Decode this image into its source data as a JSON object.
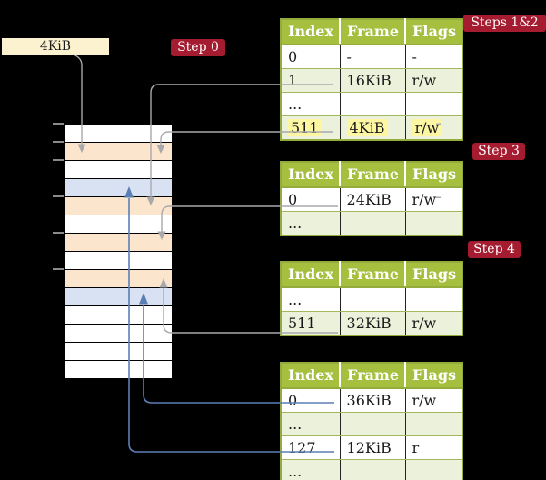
{
  "frame_size_label": "4KiB",
  "badges": [
    {
      "label": "Step 0"
    },
    {
      "label": "Steps 1&2"
    },
    {
      "label": "Step 3"
    },
    {
      "label": "Step 4"
    }
  ],
  "memory": {
    "frame_rows": [
      "white",
      "orange",
      "white",
      "blue",
      "orange",
      "white",
      "orange",
      "white",
      "orange",
      "blue",
      "white",
      "white",
      "white",
      "white"
    ],
    "tick_row_indices": [
      0,
      1,
      2,
      4,
      6,
      8
    ]
  },
  "tables": [
    {
      "name": "page-table-steps-1-2",
      "headers": [
        "Index",
        "Frame",
        "Flags"
      ],
      "rows": [
        {
          "shade": "white",
          "cells": [
            {
              "t": "0"
            },
            {
              "t": "-"
            },
            {
              "t": "-"
            }
          ]
        },
        {
          "shade": "green",
          "cells": [
            {
              "t": "1"
            },
            {
              "t": "16KiB"
            },
            {
              "t": "r/w"
            }
          ]
        },
        {
          "shade": "white",
          "cells": [
            {
              "t": "..."
            },
            {
              "t": ""
            },
            {
              "t": ""
            }
          ]
        },
        {
          "shade": "green",
          "cells": [
            {
              "t": "511",
              "hl": true
            },
            {
              "t": "4KiB",
              "hl": true
            },
            {
              "t": "r/w",
              "hl": true
            }
          ]
        }
      ]
    },
    {
      "name": "page-table-step-3",
      "headers": [
        "Index",
        "Frame",
        "Flags"
      ],
      "rows": [
        {
          "shade": "white",
          "cells": [
            {
              "t": "0"
            },
            {
              "t": "24KiB"
            },
            {
              "t": "r/w"
            }
          ]
        },
        {
          "shade": "green",
          "cells": [
            {
              "t": "..."
            },
            {
              "t": ""
            },
            {
              "t": ""
            }
          ]
        }
      ]
    },
    {
      "name": "page-table-step-4",
      "headers": [
        "Index",
        "Frame",
        "Flags"
      ],
      "rows": [
        {
          "shade": "white",
          "cells": [
            {
              "t": "..."
            },
            {
              "t": ""
            },
            {
              "t": ""
            }
          ]
        },
        {
          "shade": "green",
          "cells": [
            {
              "t": "511"
            },
            {
              "t": "32KiB"
            },
            {
              "t": "r/w"
            }
          ]
        }
      ]
    },
    {
      "name": "page-table-bottom",
      "headers": [
        "Index",
        "Frame",
        "Flags"
      ],
      "rows": [
        {
          "shade": "white",
          "cells": [
            {
              "t": "0"
            },
            {
              "t": "36KiB"
            },
            {
              "t": "r/w"
            }
          ]
        },
        {
          "shade": "green",
          "cells": [
            {
              "t": "..."
            },
            {
              "t": ""
            },
            {
              "t": ""
            }
          ]
        },
        {
          "shade": "white",
          "cells": [
            {
              "t": "127"
            },
            {
              "t": "12KiB"
            },
            {
              "t": "r"
            }
          ]
        },
        {
          "shade": "green",
          "cells": [
            {
              "t": "..."
            },
            {
              "t": ""
            },
            {
              "t": ""
            }
          ]
        }
      ]
    }
  ],
  "colors": {
    "background": "#000000",
    "badge_red": "#a51c30",
    "table_header_green": "#a6bf3e",
    "table_row_green": "#ebf1da",
    "table_border_green": "#94ac3c",
    "frame_orange": "#fce5cd",
    "frame_blue": "#d9e2f3",
    "label_cream": "#fdf2d0",
    "highlight_yellow": "#fdf6a2",
    "arrow_gray": "#a9a9ad",
    "arrow_blue": "#5b7fb5"
  }
}
